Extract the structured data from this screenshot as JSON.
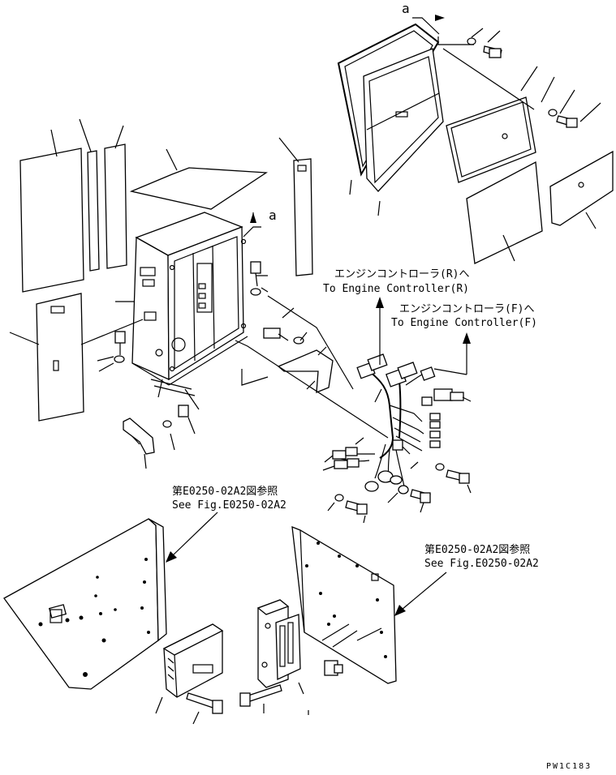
{
  "view_marker": "a",
  "callouts": {
    "controller_r_jp": "エンジンコントローラ(R)へ",
    "controller_r_en": "To Engine Controller(R)",
    "controller_f_jp": "エンジンコントローラ(F)へ",
    "controller_f_en": "To Engine Controller(F)",
    "ref_left_jp": "第E0250-02A2図参照",
    "ref_left_en": "See Fig.E0250-02A2",
    "ref_right_jp": "第E0250-02A2図参照",
    "ref_right_en": "See Fig.E0250-02A2"
  },
  "drawing_code": "PW1C183"
}
